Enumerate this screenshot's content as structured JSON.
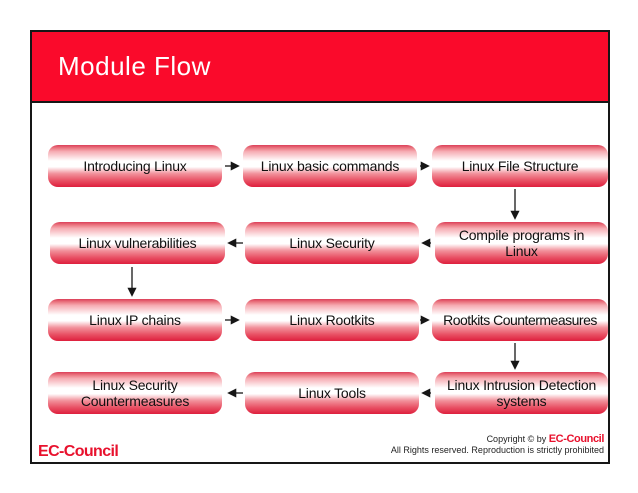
{
  "slide": {
    "title": "Module Flow",
    "colors": {
      "accent_red": "#fa0a2b",
      "frame_border": "#161616",
      "brand_red": "#e8112d",
      "node_gradient_red": "#de1f3d"
    }
  },
  "flowchart": {
    "nodes": [
      {
        "id": "introducing-linux",
        "label": "Introducing Linux"
      },
      {
        "id": "linux-basic-commands",
        "label": "Linux basic commands"
      },
      {
        "id": "linux-file-structure",
        "label": "Linux File Structure"
      },
      {
        "id": "linux-vulnerabilities",
        "label": "Linux vulnerabilities"
      },
      {
        "id": "linux-security",
        "label": "Linux Security"
      },
      {
        "id": "compile-programs-in-linux",
        "label": "Compile programs in Linux"
      },
      {
        "id": "linux-ip-chains",
        "label": "Linux IP chains"
      },
      {
        "id": "linux-rootkits",
        "label": "Linux Rootkits"
      },
      {
        "id": "rootkits-countermeasures",
        "label": "Rootkits Countermeasures"
      },
      {
        "id": "linux-security-countermeasures",
        "label": "Linux Security Countermeasures"
      },
      {
        "id": "linux-tools",
        "label": "Linux Tools"
      },
      {
        "id": "linux-intrusion-detection-systems",
        "label": "Linux Intrusion Detection systems"
      }
    ],
    "edges": [
      {
        "from": "Introducing Linux",
        "to": "Linux basic commands"
      },
      {
        "from": "Linux basic commands",
        "to": "Linux File Structure"
      },
      {
        "from": "Linux File Structure",
        "to": "Compile programs in Linux"
      },
      {
        "from": "Compile programs in Linux",
        "to": "Linux Security"
      },
      {
        "from": "Linux Security",
        "to": "Linux vulnerabilities"
      },
      {
        "from": "Linux vulnerabilities",
        "to": "Linux IP chains"
      },
      {
        "from": "Linux IP chains",
        "to": "Linux Rootkits"
      },
      {
        "from": "Linux Rootkits",
        "to": "Rootkits Countermeasures"
      },
      {
        "from": "Rootkits Countermeasures",
        "to": "Linux Intrusion Detection systems"
      },
      {
        "from": "Linux Intrusion Detection systems",
        "to": "Linux Tools"
      },
      {
        "from": "Linux Tools",
        "to": "Linux Security Countermeasures"
      }
    ]
  },
  "footer": {
    "brand": "EC-Council",
    "copyright_prefix": "Copyright © by ",
    "copyright_brand": "EC-Council",
    "rights": "All Rights reserved. Reproduction is strictly prohibited"
  }
}
